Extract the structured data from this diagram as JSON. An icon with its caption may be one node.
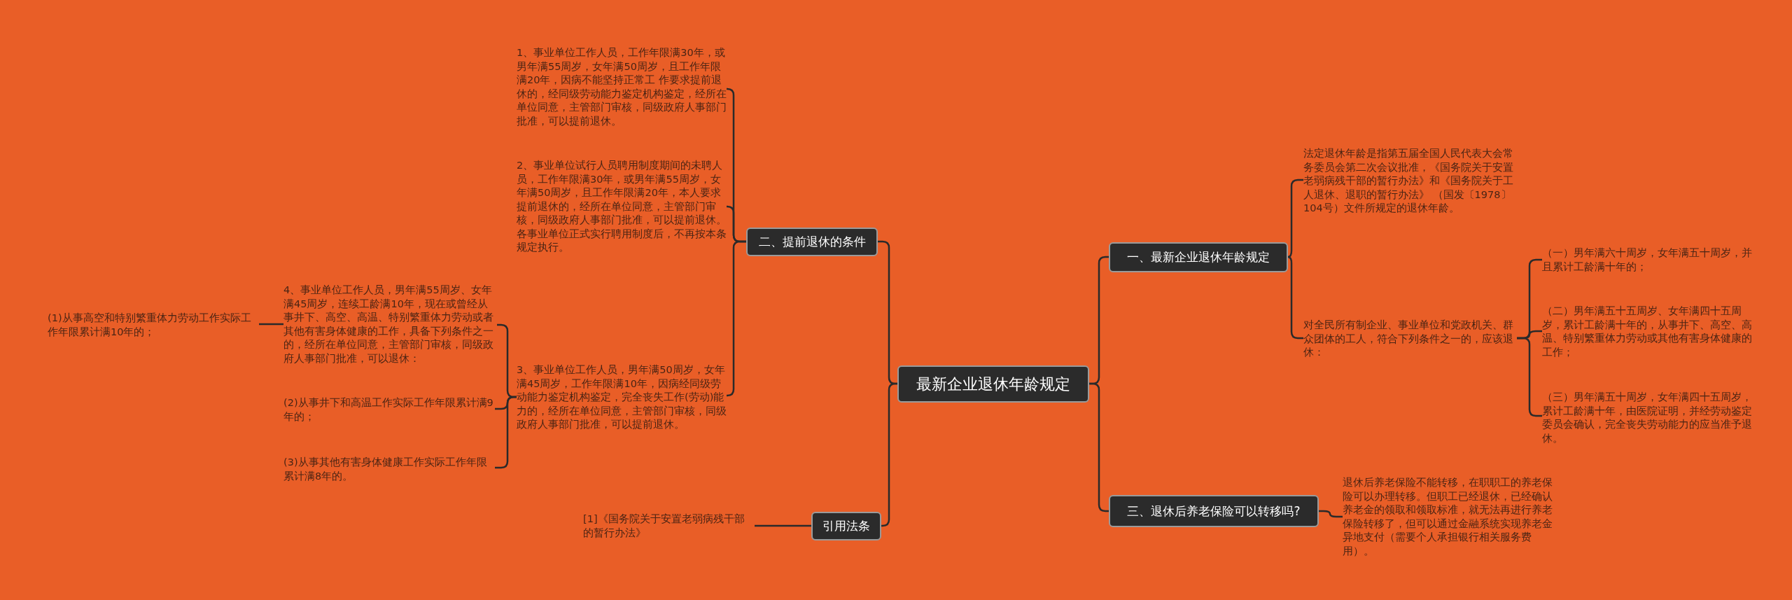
{
  "diagram": {
    "nodes": [
      {
        "text": [
          "最新企业退休年龄规定"
        ]
      },
      {
        "text": [
          "二、提前退休的条件"
        ]
      },
      {
        "text": [
          "引用法条"
        ]
      },
      {
        "text": [
          "一、最新企业退休年龄规定"
        ]
      },
      {
        "text": [
          "三、退休后养老保险可以转移吗?"
        ]
      },
      {
        "text": [
          "1、事业单位工作人员，工作年限满30年，或男年满55周岁，女年满50周岁，且工作年限满20年，因病不能坚持正常工 作要求提前退休的，经同级劳动能力鉴定机构鉴定，经所在单位同意，主管部门审核，同级政府人事部门批准，可以提前退休。"
        ]
      },
      {
        "text": [
          "2、事业单位试行人员聘用制度期间的未聘人员，工作年限满30年，或男年满55周岁，女年满50周岁，且工作年限满20年，本人要求提前退休的，经所在单位同意，主管部门审核，同级政府人事部门批准，可以提前退休。各事业单位正式实行聘用制度后，不再按本条规定执行。"
        ]
      },
      {
        "text": [
          "3、事业单位工作人员，男年满50周岁，女年满45周岁，工作年限满10年，因病经同级劳动能力鉴定机构鉴定，完全丧失工作(劳动)能力的，经所在单位同意，主管部门审核，同级政府人事部门批准，可以提前退休。"
        ]
      },
      {
        "text": [
          "4、事业单位工作人员，男年满55周岁、女年满45周岁，连续工龄满10年，现在或曾经从事井下、高空、高温、特别繁重体力劳动或者其他有害身体健康的工作，具备下列条件之一的，经所在单位同意，主管部门审核，同级政府人事部门批准，可以退休："
        ]
      },
      {
        "text": [
          "(1)从事高空和特别繁重体力劳动工作实际工作年限累计满10年的；"
        ]
      },
      {
        "text": [
          "(2)从事井下和高温工作实际工作年限累计满9年的；"
        ]
      },
      {
        "text": [
          "(3)从事其他有害身体健康工作实际工作年限累计满8年的。"
        ]
      },
      {
        "text": [
          "[1]《国务院关于安置老弱病残干部的暂行办法》"
        ]
      },
      {
        "text": [
          "法定退休年龄是指第五届全国人民代表大会常务委员会第二次会议批准，《国务院关于安置老弱病残干部的暂行办法》和《国务院关于工人退休、退职的暂行办法》 （国发〔1978〕104号）文件所规定的退休年龄。"
        ]
      },
      {
        "text": [
          "对全民所有制企业、事业单位和党政机关、群众团体的工人，符合下列条件之一的，应该退休："
        ]
      },
      {
        "text": [
          "（一）男年满六十周岁，女年满五十周岁，并且累计工龄满十年的；"
        ]
      },
      {
        "text": [
          "（二）男年满五十五周岁、女年满四十五周岁，累计工龄满十年的，从事井下、高空、高温、特别繁重体力劳动或其他有害身体健康的工作；"
        ]
      },
      {
        "text": [
          "（三）男年满五十周岁，女年满四十五周岁，累计工龄满十年，由医院证明，并经劳动鉴定委员会确认，完全丧失劳动能力的应当准予退休。"
        ]
      },
      {
        "text": [
          "退休后养老保险不能转移，在职职工的养老保险可以办理转移。但职工已经退休，已经确认养老金的领取和领取标准，就无法再进行养老保险转移了，但可以通过金融系统实现养老金异地支付（需要个人承担银行相关服务费用）。"
        ]
      }
    ],
    "edges": [
      {
        "from": 0,
        "to": 1,
        "arrow": "none"
      },
      {
        "from": 0,
        "to": 2,
        "arrow": "none"
      },
      {
        "from": 0,
        "to": 3,
        "arrow": "none"
      },
      {
        "from": 0,
        "to": 4,
        "arrow": "none"
      },
      {
        "from": 1,
        "to": 5,
        "arrow": "none"
      },
      {
        "from": 1,
        "to": 6,
        "arrow": "none"
      },
      {
        "from": 1,
        "to": 7,
        "arrow": "none"
      },
      {
        "from": 7,
        "to": 8,
        "arrow": "none"
      },
      {
        "from": 7,
        "to": 10,
        "arrow": "none"
      },
      {
        "from": 7,
        "to": 11,
        "arrow": "none"
      },
      {
        "from": 8,
        "to": 9,
        "arrow": "none"
      },
      {
        "from": 2,
        "to": 12,
        "arrow": "none"
      },
      {
        "from": 3,
        "to": 13,
        "arrow": "none"
      },
      {
        "from": 3,
        "to": 14,
        "arrow": "none"
      },
      {
        "from": 14,
        "to": 15,
        "arrow": "none"
      },
      {
        "from": 14,
        "to": 16,
        "arrow": "none"
      },
      {
        "from": 14,
        "to": 17,
        "arrow": "none"
      },
      {
        "from": 4,
        "to": 18,
        "arrow": "none"
      }
    ]
  }
}
